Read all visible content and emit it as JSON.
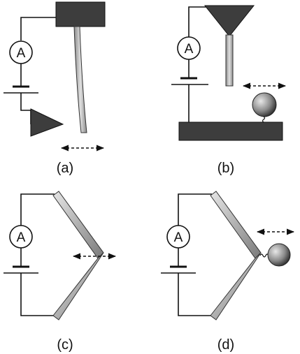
{
  "panels": [
    {
      "id": "a",
      "caption": "(a)",
      "meter": "A"
    },
    {
      "id": "b",
      "caption": "(b)",
      "meter": "A"
    },
    {
      "id": "c",
      "caption": "(c)",
      "meter": "A"
    },
    {
      "id": "d",
      "caption": "(d)",
      "meter": "A"
    }
  ],
  "colors": {
    "line": "#111111",
    "block": "#3d3d3d",
    "rod_light": "#d6d6d6",
    "rod_dark": "#8a8a8a",
    "sphere_light": "#dcdcdc",
    "sphere_dark": "#3a3a3a"
  }
}
